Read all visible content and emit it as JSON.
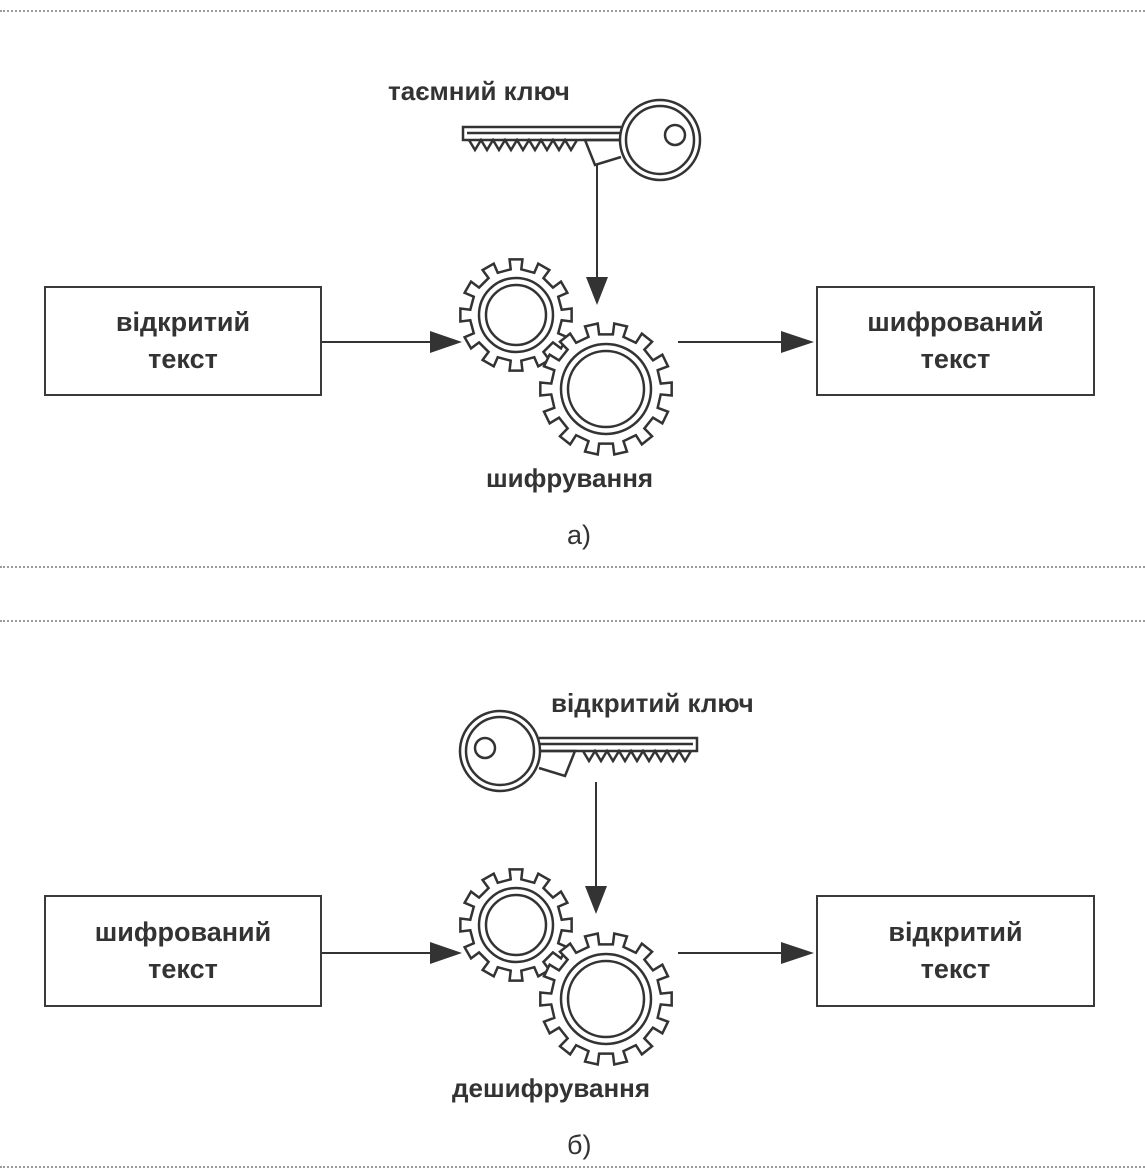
{
  "panel_a": {
    "key_label": "таємний ключ",
    "input_box": {
      "line1": "відкритий",
      "line2": "текст"
    },
    "process_label": "шифрування",
    "output_box": {
      "line1": "шифрований",
      "line2": "текст"
    },
    "caption": "а)"
  },
  "panel_b": {
    "key_label": "відкритий ключ",
    "input_box": {
      "line1": "шифрований",
      "line2": "текст"
    },
    "process_label": "дешифрування",
    "output_box": {
      "line1": "відкритий",
      "line2": "текст"
    },
    "caption": "б)"
  },
  "icons": {
    "key": "key-icon",
    "gears": "gears-icon"
  },
  "colors": {
    "line": "#333333",
    "background": "#ffffff"
  }
}
